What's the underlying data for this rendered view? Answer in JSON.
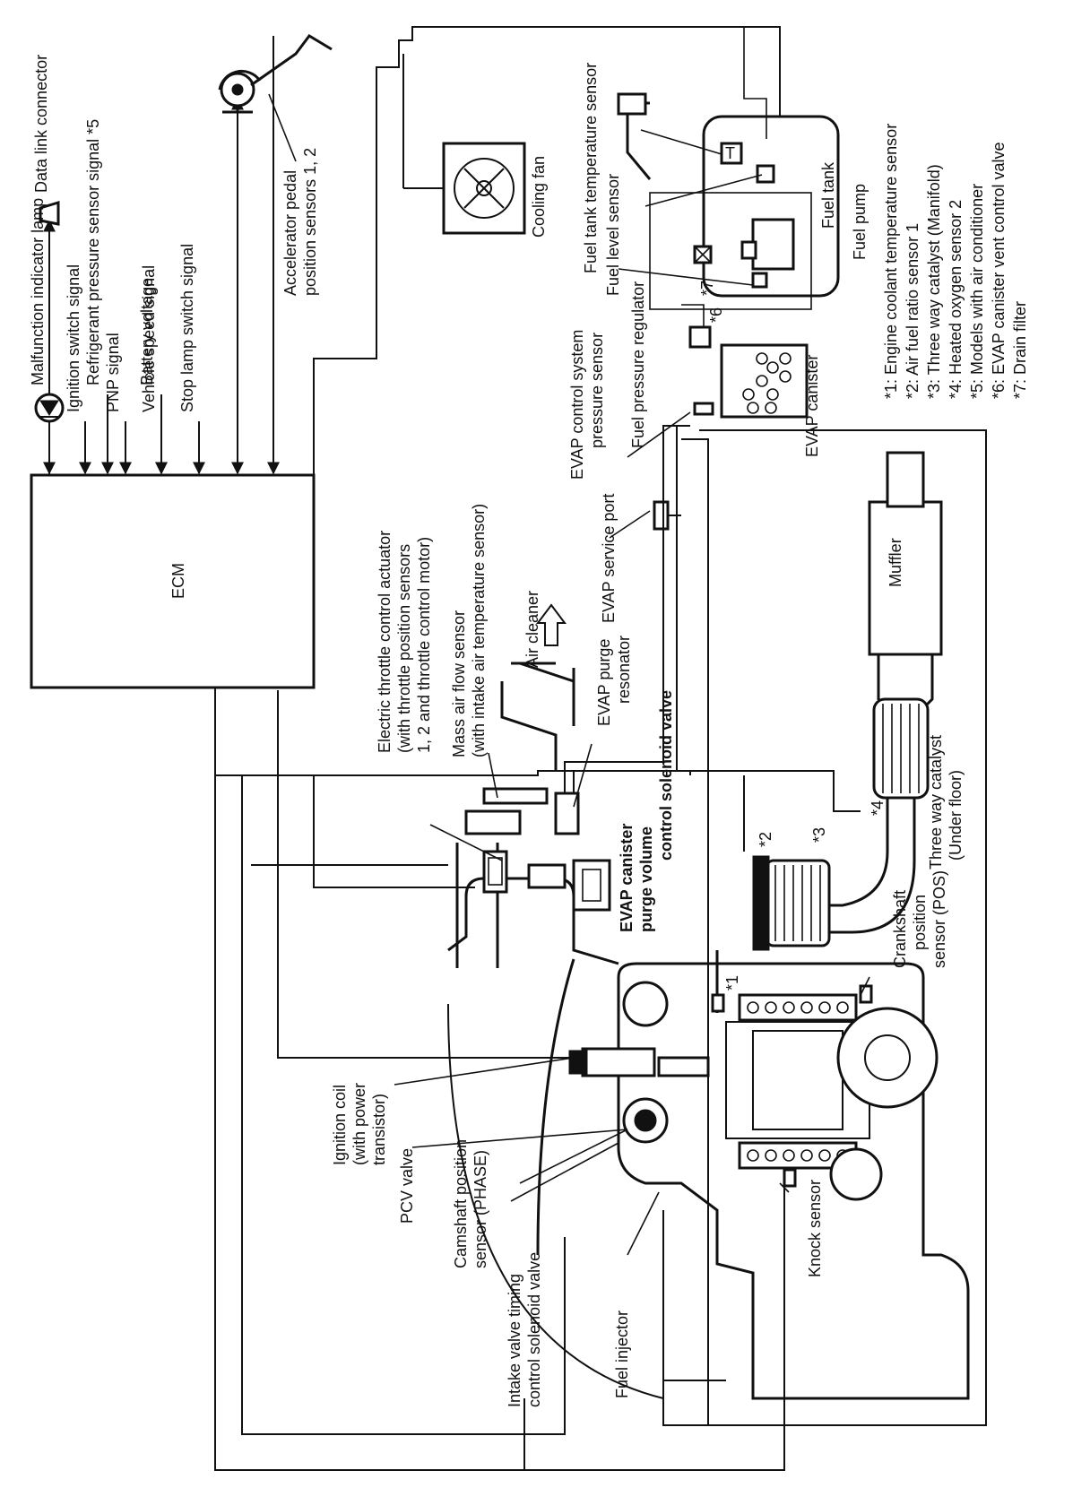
{
  "ecm": {
    "label": "ECM"
  },
  "inputs": {
    "malfunction_lamp": "Malfunction indicator lamp",
    "refrigerant_pressure": "Refrigerant pressure sensor signal *5",
    "battery_voltage": "Battery voltage",
    "data_link": "Data link connector",
    "ignition_switch": "Ignition switch signal",
    "pnp": "PNP signal",
    "vehicle_speed": "Vehicle speed signal",
    "stop_lamp": "Stop lamp switch signal"
  },
  "components": {
    "accelerator_1": "Accelerator pedal",
    "accelerator_2": "position sensors 1, 2",
    "cooling_fan": "Cooling fan",
    "fuel_tank_temp": "Fuel tank temperature sensor",
    "fuel_level": "Fuel level sensor",
    "fuel_pressure_reg": "Fuel pressure regulator",
    "fuel_tank": "Fuel tank",
    "fuel_pump": "Fuel pump",
    "evap_canister": "EVAP canister",
    "evap_pressure_1": "EVAP control system",
    "evap_pressure_2": "pressure sensor",
    "evap_service": "EVAP service port",
    "muffler": "Muffler",
    "etc_1": "Electric throttle control actuator",
    "etc_2": "(with throttle position sensors",
    "etc_3": "1, 2 and throttle control motor)",
    "maf_1": "Mass air flow sensor",
    "maf_2": "(with intake air temperature sensor)",
    "air_cleaner": "Air cleaner",
    "evap_resonator_1": "EVAP purge",
    "evap_resonator_2": "resonator",
    "evap_purge_valve_1": "EVAP canister",
    "evap_purge_valve_2": "purge volume",
    "evap_purge_valve_3": "control solenoid valve",
    "twc_under_1": "Three way catalyst",
    "twc_under_2": "(Under floor)",
    "crank_1": "Crankshaft",
    "crank_2": "position",
    "crank_3": "sensor (POS)",
    "knock": "Knock sensor",
    "ign_coil_1": "Ignition coil",
    "ign_coil_2": "(with power",
    "ign_coil_3": "transistor)",
    "pcv": "PCV valve",
    "cam_1": "Camshaft position",
    "cam_2": "sensor (PHASE)",
    "ivt_1": "Intake valve timing",
    "ivt_2": "control solenoid valve",
    "fuel_injector": "Fuel injector"
  },
  "markers": {
    "m1": "*1",
    "m2": "*2",
    "m3": "*3",
    "m4": "*4",
    "m6": "*6",
    "m7": "*7"
  },
  "legend": [
    "*1: Engine coolant temperature sensor",
    "*2: Air fuel ratio sensor 1",
    "*3: Three way catalyst (Manifold)",
    "*4: Heated oxygen sensor 2",
    "*5: Models with air conditioner",
    "*6: EVAP canister vent control valve",
    "*7: Drain filter"
  ]
}
